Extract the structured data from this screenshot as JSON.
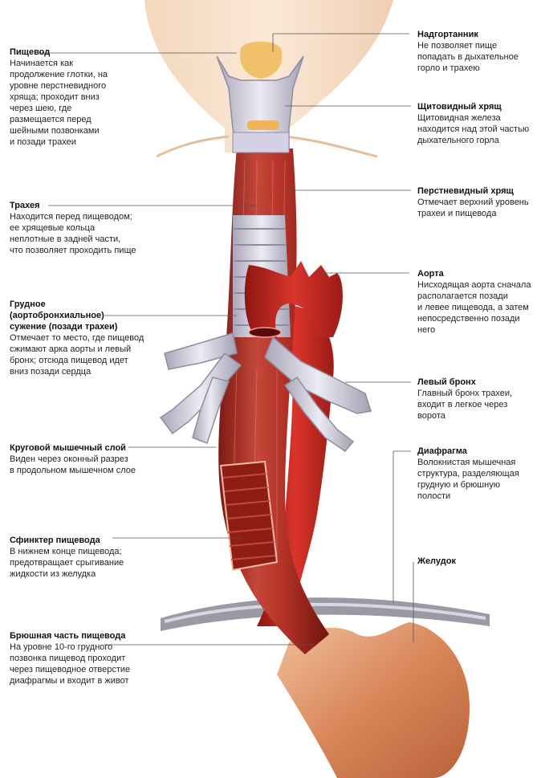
{
  "labels": {
    "esophagus": {
      "title": "Пищевод",
      "desc": "Начинается как\nпродолжение глотки, на\nуровне перстневидного\nхряща; проходит вниз\nчерез шею, где\nразмещается перед\nшейными позвонками\n и позади трахеи"
    },
    "trachea": {
      "title": "Трахея",
      "desc": "Находится перед пищеводом;\nее хрящевые кольца\nнеплотные в задней части,\nчто позволяет проходить пище"
    },
    "thoracic": {
      "title": "Грудное\n(аортобронхиальное)\nсужение (позади трахеи)",
      "desc": "Отмечает то место, где пищевод\nсжимают арка аорты и левый\nбронх; отсюда пищевод идет\nвниз позади сердца"
    },
    "muscle": {
      "title": "Круговой мышечный слой",
      "desc": "Виден через оконный разрез\nв продольном мышечном слое"
    },
    "sphincter": {
      "title": "Сфинктер пищевода",
      "desc": "В нижнем конце пищевода;\nпредотвращает срыгивание\nжидкости из желудка"
    },
    "abdominal": {
      "title": "Брюшная часть пищевода",
      "desc": "На уровне 10-го грудного\nпозвонка пищевод проходит\nчерез пищеводное отверстие\nдиафрагмы и входит в живот"
    },
    "epiglottis": {
      "title": "Надгортанник",
      "desc": "Не позволяет пище\nпопадать в дыхательное\nгорло и трахею"
    },
    "thyroid": {
      "title": "Щитовидный хрящ",
      "desc": "Щитовидная железа\nнаходится над этой частью\nдыхательного горла"
    },
    "cricoid": {
      "title": "Перстневидный хрящ",
      "desc": "Отмечает верхний уровень\nтрахеи и пищевода"
    },
    "aorta": {
      "title": "Аорта",
      "desc": "Нисходящая аорта сначала\nрасполагается позади\nи левее пищевода, а затем\nнепосредственно позади\nнего"
    },
    "bronchus": {
      "title": "Левый бронх",
      "desc": "Главный бронх трахеи,\nвходит в легкое через\nворота"
    },
    "diaphragm": {
      "title": "Диафрагма",
      "desc": "Волокнистая мышечная\nструктура, разделяющая\nгрудную и брюшную\nполости"
    },
    "stomach": {
      "title": "Желудок",
      "desc": ""
    }
  }
}
